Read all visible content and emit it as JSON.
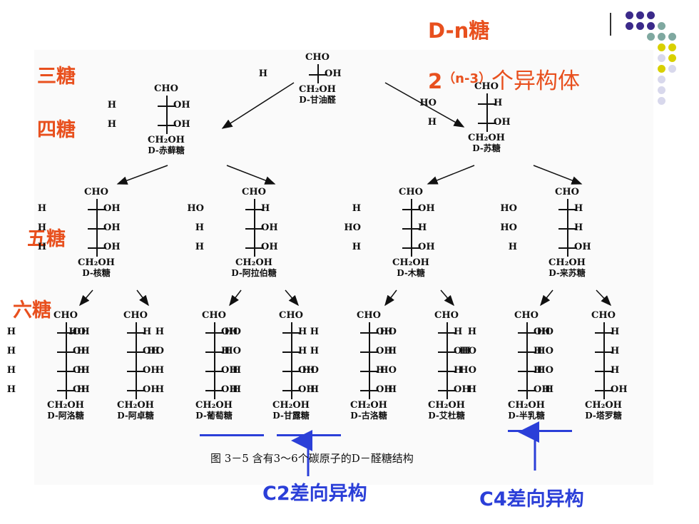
{
  "row_labels": {
    "triose": "三糖",
    "tetrose": "四糖",
    "pentose": "五糖",
    "hexose": "六糖"
  },
  "formula": {
    "title": "D-n糖",
    "count_base": "2",
    "count_exp": "（n-3）",
    "count_suffix": "个异构体"
  },
  "caption": "图 3－5 含有3～6个碳原子的D－醛糖结构",
  "annotations": {
    "c2": "C2差向异构",
    "c4": "C4差向异构"
  },
  "labels": {
    "cho": "CHO",
    "ch2oh": "CH₂OH"
  },
  "sugars": [
    {
      "id": "glyceraldehyde",
      "name": "D-甘油醛",
      "groups": [
        [
          "H",
          "OH"
        ]
      ]
    },
    {
      "id": "erythrose",
      "name": "D-赤藓糖",
      "groups": [
        [
          "H",
          "OH"
        ],
        [
          "H",
          "OH"
        ]
      ]
    },
    {
      "id": "threose",
      "name": "D-苏糖",
      "groups": [
        [
          "HO",
          "H"
        ],
        [
          "H",
          "OH"
        ]
      ]
    },
    {
      "id": "ribose",
      "name": "D-核糖",
      "groups": [
        [
          "H",
          "OH"
        ],
        [
          "H",
          "OH"
        ],
        [
          "H",
          "OH"
        ]
      ]
    },
    {
      "id": "arabinose",
      "name": "D-阿拉伯糖",
      "groups": [
        [
          "HO",
          "H"
        ],
        [
          "H",
          "OH"
        ],
        [
          "H",
          "OH"
        ]
      ]
    },
    {
      "id": "xylose",
      "name": "D-木糖",
      "groups": [
        [
          "H",
          "OH"
        ],
        [
          "HO",
          "H"
        ],
        [
          "H",
          "OH"
        ]
      ]
    },
    {
      "id": "lyxose",
      "name": "D-来苏糖",
      "groups": [
        [
          "HO",
          "H"
        ],
        [
          "HO",
          "H"
        ],
        [
          "H",
          "OH"
        ]
      ]
    },
    {
      "id": "allose",
      "name": "D-阿洛糖",
      "groups": [
        [
          "H",
          "OH"
        ],
        [
          "H",
          "OH"
        ],
        [
          "H",
          "OH"
        ],
        [
          "H",
          "OH"
        ]
      ]
    },
    {
      "id": "altrose",
      "name": "D-阿卓糖",
      "groups": [
        [
          "HO",
          "H"
        ],
        [
          "H",
          "OH"
        ],
        [
          "H",
          "OH"
        ],
        [
          "H",
          "OH"
        ]
      ]
    },
    {
      "id": "glucose",
      "name": "D-葡萄糖",
      "groups": [
        [
          "H",
          "OH"
        ],
        [
          "HO",
          "H"
        ],
        [
          "H",
          "OH"
        ],
        [
          "H",
          "OH"
        ]
      ]
    },
    {
      "id": "mannose",
      "name": "D-甘露糖",
      "groups": [
        [
          "HO",
          "H"
        ],
        [
          "HO",
          "H"
        ],
        [
          "H",
          "OH"
        ],
        [
          "H",
          "OH"
        ]
      ]
    },
    {
      "id": "gulose",
      "name": "D-古洛糖",
      "groups": [
        [
          "H",
          "OH"
        ],
        [
          "H",
          "OH"
        ],
        [
          "HO",
          "H"
        ],
        [
          "H",
          "OH"
        ]
      ]
    },
    {
      "id": "idose",
      "name": "D-艾杜糖",
      "groups": [
        [
          "HO",
          "H"
        ],
        [
          "H",
          "OH"
        ],
        [
          "HO",
          "H"
        ],
        [
          "H",
          "OH"
        ]
      ]
    },
    {
      "id": "galactose",
      "name": "D-半乳糖",
      "groups": [
        [
          "H",
          "OH"
        ],
        [
          "HO",
          "H"
        ],
        [
          "HO",
          "H"
        ],
        [
          "H",
          "OH"
        ]
      ]
    },
    {
      "id": "talose",
      "name": "D-塔罗糖",
      "groups": [
        [
          "HO",
          "H"
        ],
        [
          "HO",
          "H"
        ],
        [
          "HO",
          "H"
        ],
        [
          "H",
          "OH"
        ]
      ]
    }
  ],
  "colors": {
    "accent_orange": "#e8501e",
    "annotation_blue": "#2b3fd8",
    "deco_purple": "#3b2a8a",
    "deco_teal": "#7fa8a0",
    "deco_yellow": "#d8d000",
    "deco_lavender": "#d8d8ec"
  }
}
